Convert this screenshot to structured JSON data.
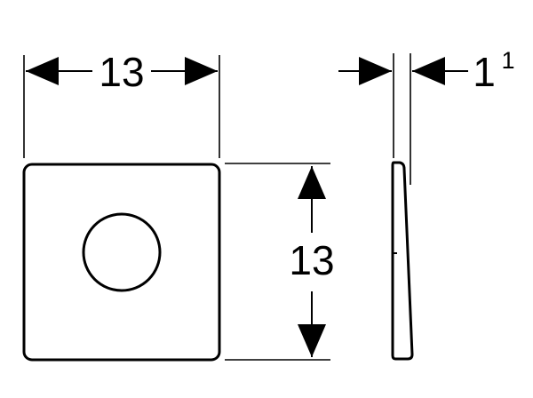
{
  "drawing": {
    "front_view": {
      "width_label": "13",
      "height_label": "13"
    },
    "side_view": {
      "thickness_label": "1",
      "thickness_superscript": "1"
    }
  },
  "colors": {
    "line": "#000000",
    "background": "#ffffff"
  }
}
